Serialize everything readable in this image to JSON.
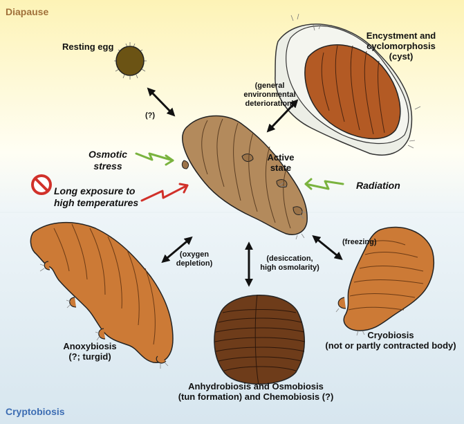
{
  "regions": {
    "top": "Diapause",
    "bottom": "Cryptobiosis"
  },
  "states": {
    "resting_egg": "Resting egg",
    "encystment_line1": "Encystment and",
    "encystment_line2": "cyclomorphosis",
    "encystment_line3": "(cyst)",
    "active_line1": "Active",
    "active_line2": "state",
    "anoxybiosis_line1": "Anoxybiosis",
    "anoxybiosis_line2": "(?; turgid)",
    "anhydrobiosis_line1": "Anhydrobiosis and Osmobiosis",
    "anhydrobiosis_line2": "(tun formation) and Chemobiosis (?)",
    "cryobiosis_line1": "Cryobiosis",
    "cryobiosis_line2": "(not or partly contracted body)"
  },
  "triggers": {
    "egg": "(?)",
    "cyst_line1": "(general",
    "cyst_line2": "environmental",
    "cyst_line3": "deterioration)",
    "oxygen_line1": "(oxygen",
    "oxygen_line2": "depletion)",
    "desiccation_line1": "(desiccation,",
    "desiccation_line2": "high osmolarity)",
    "freezing": "(freezing)"
  },
  "stresses": {
    "osmotic_line1": "Osmotic",
    "osmotic_line2": "stress",
    "heat_line1": "Long exposure to",
    "heat_line2": "high temperatures",
    "radiation": "Radiation"
  },
  "colors": {
    "diapause_bg": "#fdf5c0",
    "cryptobiosis_bg": "#dce9f0",
    "diapause_label": "#a0703a",
    "cryptobiosis_label": "#3d6db3",
    "active_body": "#b38a5c",
    "cyst_body": "#b35a24",
    "orange_body": "#cc7a36",
    "tun_body": "#6e3c1a",
    "egg": "#6b5314",
    "stress_arrow_green": "#7ab33e",
    "stress_arrow_red": "#d1312a"
  }
}
